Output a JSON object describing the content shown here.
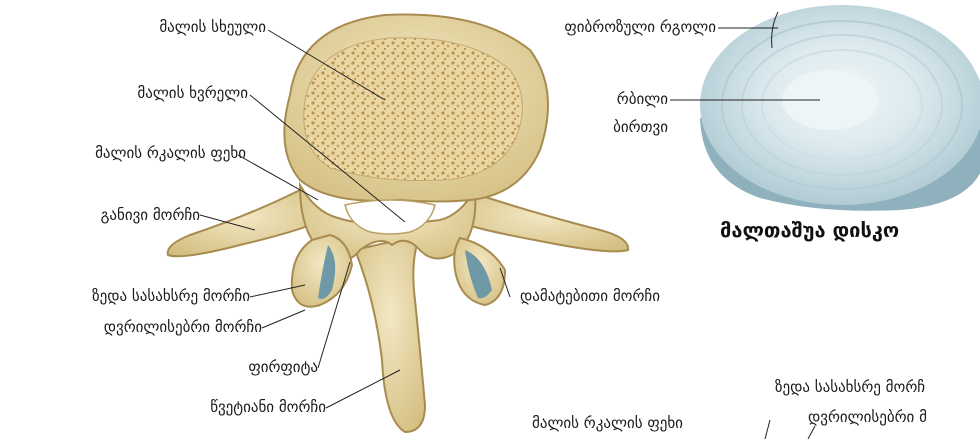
{
  "figure": {
    "vertebra_labels": {
      "body": "მალის სხეული",
      "foramen": "მალის ხვრელი",
      "pedicle": "მალის რკალის ფეხი",
      "transverse": "განივი მორჩი",
      "superior_articular": "ზედა სასახსრე მორჩი",
      "mammillary": "დვრილისებრი მორჩი",
      "lamina": "ფირფიტა",
      "spinous": "წვეტიანი მორჩი",
      "accessory": "დამატებითი მორჩი"
    },
    "disc_labels": {
      "annulus": "ფიბროზული რგოლი",
      "nucleus_line1": "რბილი",
      "nucleus_line2": "ბირთვი"
    },
    "disc_title": "მალთაშუა დისკო",
    "bottom_labels": {
      "pedicle": "მალის რკალის ფეხი",
      "superior_articular": "ზედა სასახსრე მორჩ",
      "mammillary": "დვრილისებრი მ"
    },
    "colors": {
      "bone": "#e7d8a8",
      "bone_shadow": "#b99f63",
      "spongy": "#c9a865",
      "cartilage": "#6f99a6",
      "disc": "#cfe0e6",
      "disc_ring": "#8fb0bd"
    }
  }
}
